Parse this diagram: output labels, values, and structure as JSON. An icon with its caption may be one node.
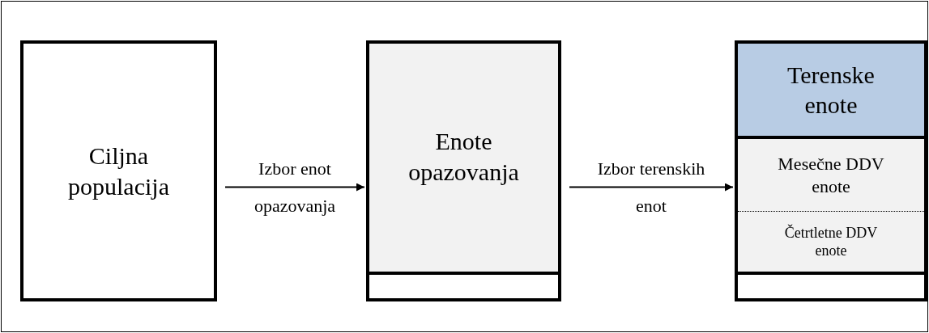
{
  "diagram": {
    "nodes": [
      {
        "text": [
          "Ciljna populacija"
        ]
      },
      {
        "text": [
          "Enote opazovanja"
        ]
      },
      {
        "text": [],
        "shape": "box",
        "in": 1
      },
      {
        "text": [],
        "shape": "box"
      },
      {
        "text": [
          "Terenske enote"
        ],
        "in": 3
      },
      {
        "text": [
          "Mesečne DDV enote"
        ],
        "in": 3
      },
      {
        "text": [
          "Četrtletne DDV enote"
        ],
        "in": 3
      },
      {
        "text": [],
        "shape": "box",
        "in": 3
      }
    ],
    "edges": [
      {
        "from": 0,
        "to": 1,
        "arrow": "to",
        "label": "Izbor enot opazovanja"
      },
      {
        "from": 1,
        "to": 3,
        "arrow": "to",
        "label": "Izbor terenskih enot"
      }
    ]
  }
}
